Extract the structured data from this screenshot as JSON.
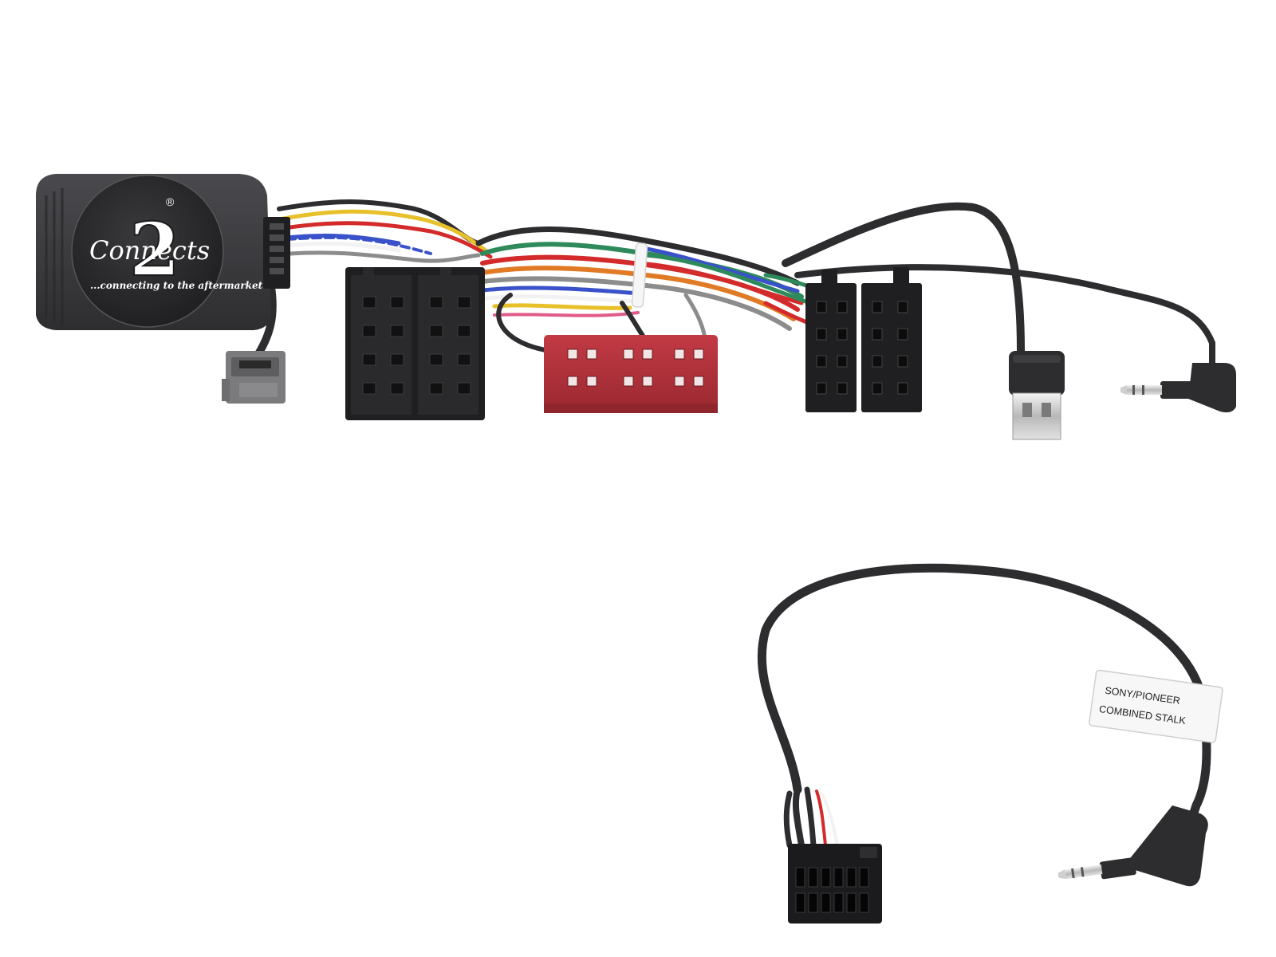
{
  "interface_box": {
    "logo_number": "2",
    "logo_wordmark": "Connects",
    "registered_mark": "®",
    "tagline": "...connecting to the aftermarket"
  },
  "patch_lead": {
    "label_line_1": "SONY/PIONEER",
    "label_line_2": "COMBINED STALK"
  },
  "colors": {
    "background": "#ffffff",
    "module_body": "#3f3f42",
    "cable_black": "#2d2d30",
    "connector_black": "#1f1f21",
    "connector_red": "#b0303a",
    "connector_grey": "#7b7b7d",
    "wire_red": "#d32b2b",
    "wire_yellow": "#e7c02a",
    "wire_blue": "#3a52c9",
    "wire_green": "#2e8a5a",
    "wire_orange": "#e07a25",
    "wire_white": "#f2f2f2",
    "wire_grey": "#8c8c8c",
    "wire_pink": "#e05a8a"
  },
  "icons": [
    "logo-badge-icon",
    "usb-plug-icon",
    "jack-plug-icon",
    "cable-tie-icon"
  ]
}
